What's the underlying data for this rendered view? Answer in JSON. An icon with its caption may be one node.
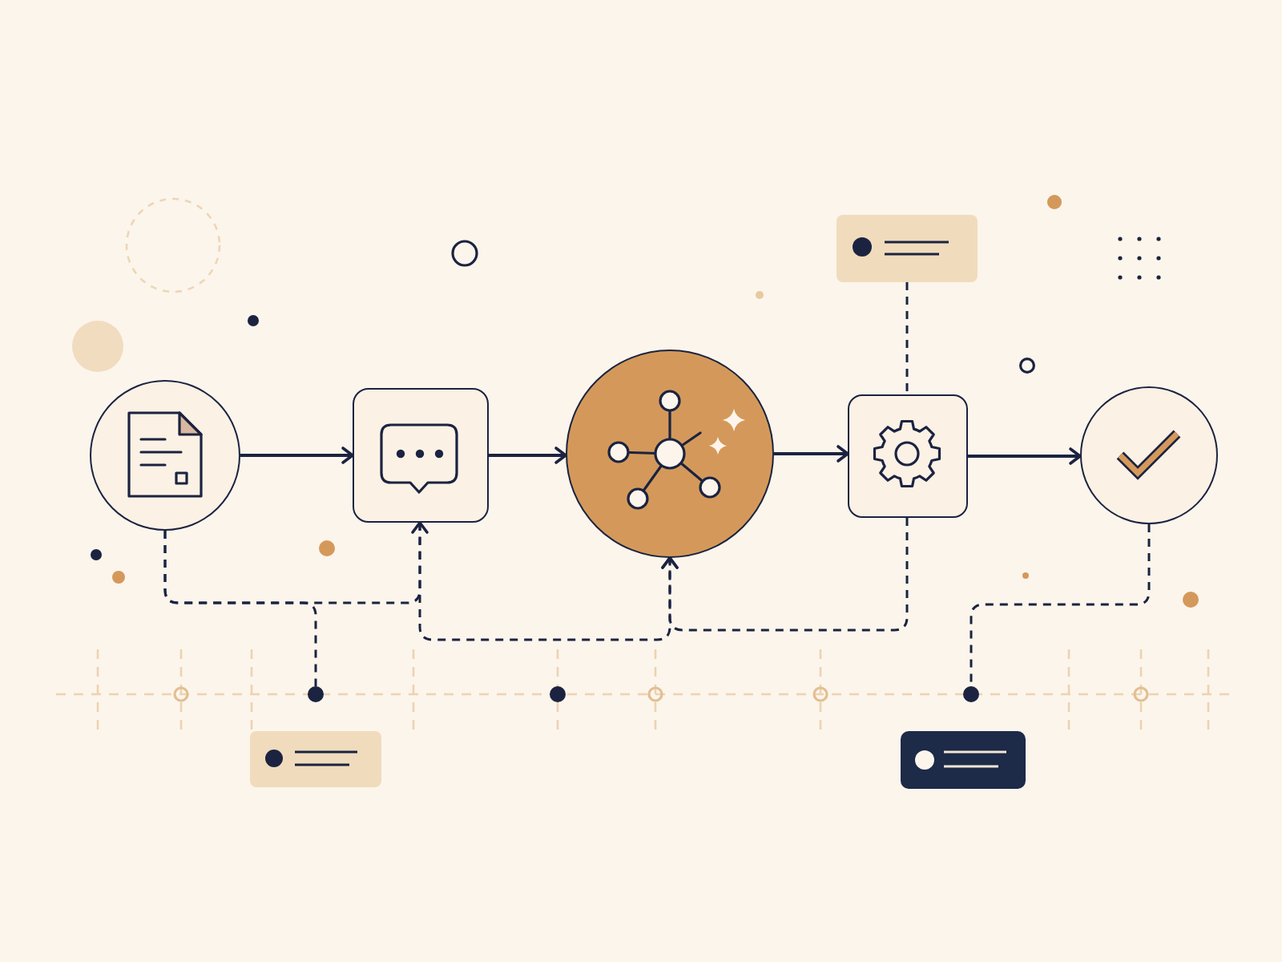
{
  "diagram": {
    "nodes": [
      {
        "text": [],
        "shape": "circle"
      },
      {
        "text": [],
        "shape": "box"
      },
      {
        "text": [],
        "shape": "circle"
      },
      {
        "text": [],
        "shape": "box"
      },
      {
        "text": [],
        "shape": "circle"
      },
      {
        "text": [],
        "shape": "box"
      },
      {
        "text": [],
        "shape": "circle"
      },
      {
        "text": [],
        "shape": "circle"
      },
      {
        "text": [],
        "shape": "box"
      },
      {
        "text": [],
        "shape": "box"
      }
    ],
    "edges": [
      {
        "from": 0,
        "to": 1,
        "arrow": "to"
      },
      {
        "from": 1,
        "to": 2,
        "arrow": "to"
      },
      {
        "from": 2,
        "to": 3,
        "arrow": "to"
      },
      {
        "from": 3,
        "to": 4,
        "arrow": "to"
      },
      {
        "from": 0,
        "to": 1,
        "arrow": "to",
        "style": "dashed"
      },
      {
        "from": 0,
        "to": 6,
        "arrow": "none",
        "style": "dashed"
      },
      {
        "from": 1,
        "to": 2,
        "arrow": "to",
        "style": "dashed"
      },
      {
        "from": 3,
        "to": 2,
        "arrow": "to",
        "style": "dashed"
      },
      {
        "from": 5,
        "to": 3,
        "arrow": "none",
        "style": "dashed"
      },
      {
        "from": 4,
        "to": 7,
        "arrow": "none",
        "style": "dashed"
      }
    ]
  }
}
